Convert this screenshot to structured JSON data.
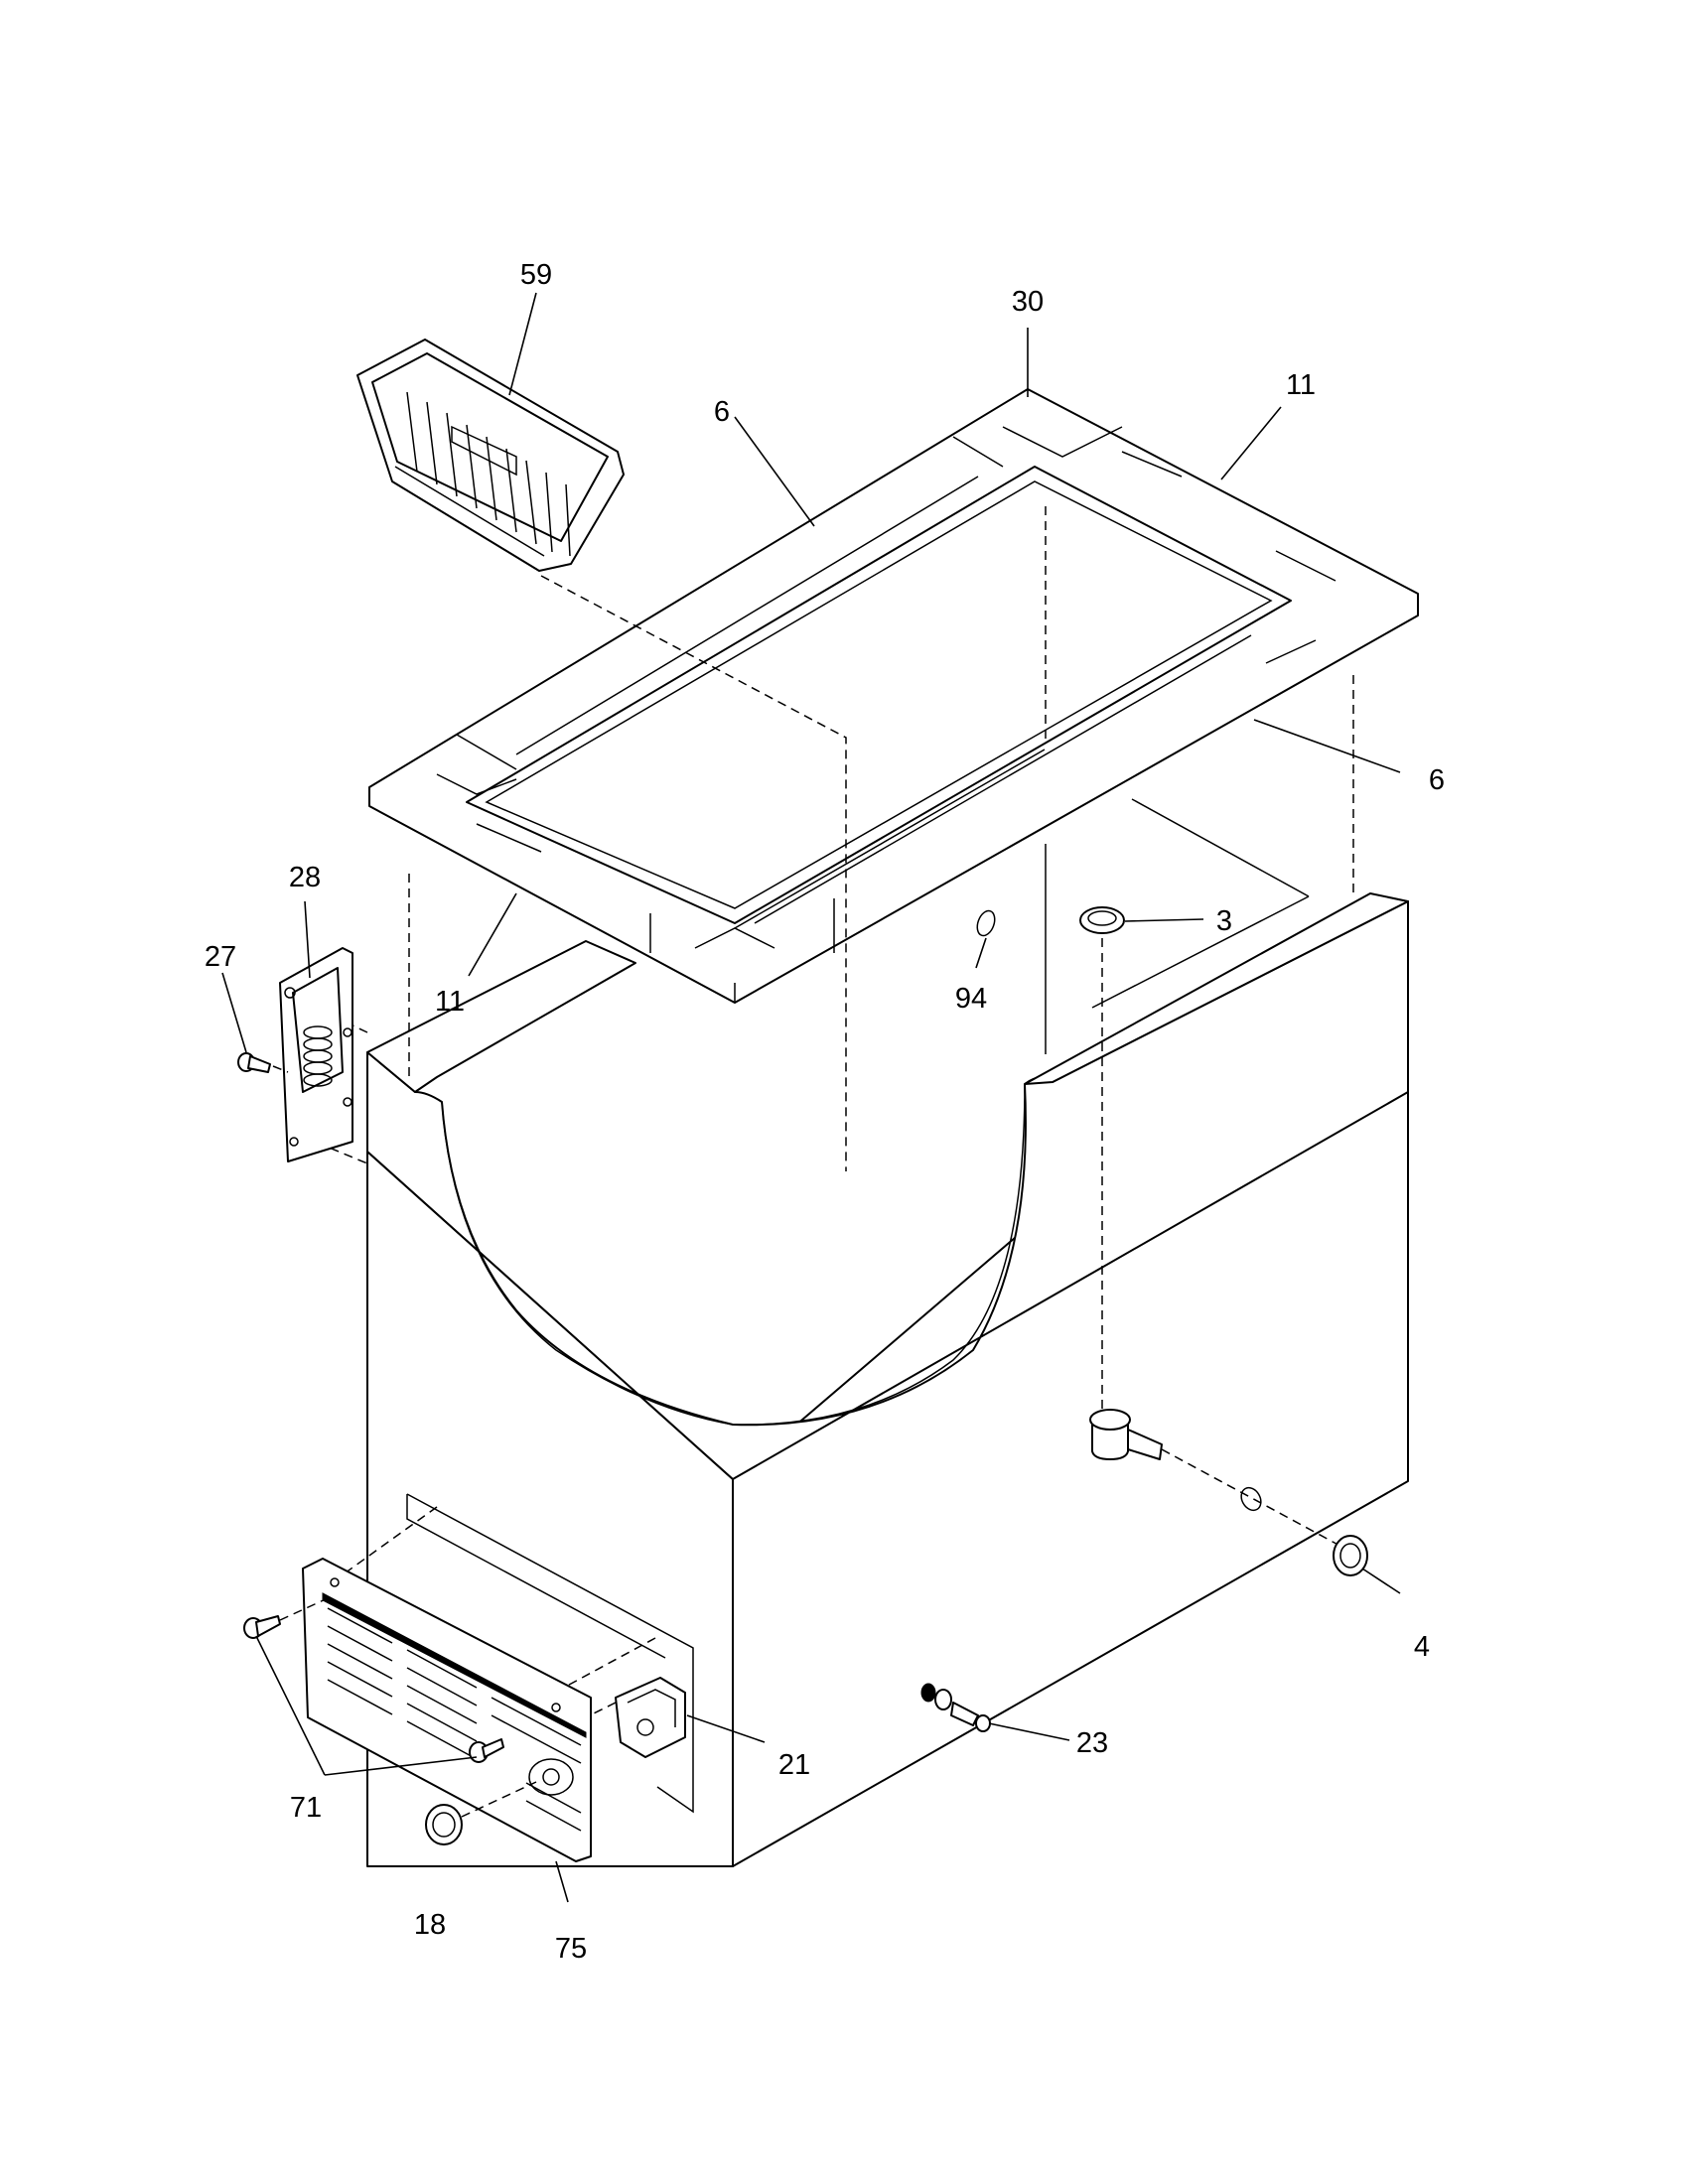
{
  "callouts": {
    "c59": "59",
    "c30": "30",
    "c11_top": "11",
    "c6_top": "6",
    "c6_right": "6",
    "c28": "28",
    "c27": "27",
    "c11_left": "11",
    "c3": "3",
    "c94": "94",
    "c4": "4",
    "c21": "21",
    "c23": "23",
    "c71": "71",
    "c18": "18",
    "c75": "75"
  }
}
